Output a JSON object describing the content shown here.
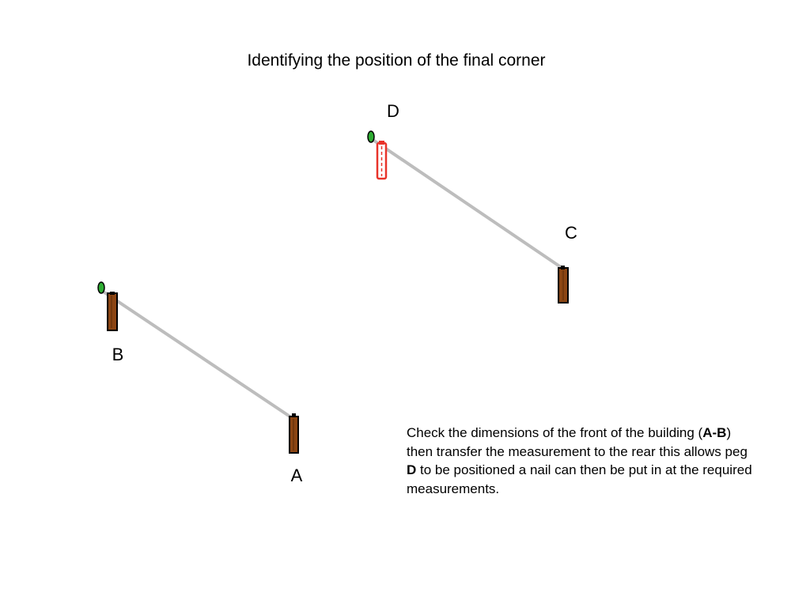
{
  "slide": {
    "title": "Identifying the position of the final corner"
  },
  "pegs": {
    "a": {
      "label": "A",
      "color": "#8B4513"
    },
    "b": {
      "label": "B",
      "color": "#8B4513"
    },
    "c": {
      "label": "C",
      "color": "#8B4513"
    },
    "d": {
      "label": "D",
      "color": "#E8332A",
      "style": "dashed-outline"
    }
  },
  "string_lines": {
    "color": "#BDBDBD"
  },
  "nail_heads": {
    "color": "#2EAD33"
  },
  "note": {
    "part1": "Check the dimensions of the front of the building (",
    "bold1": "A-B",
    "part2": ") then transfer the measurement to the rear this allows peg ",
    "bold2": "D",
    "part3": " to be positioned a nail can then be put in at the required measurements."
  }
}
